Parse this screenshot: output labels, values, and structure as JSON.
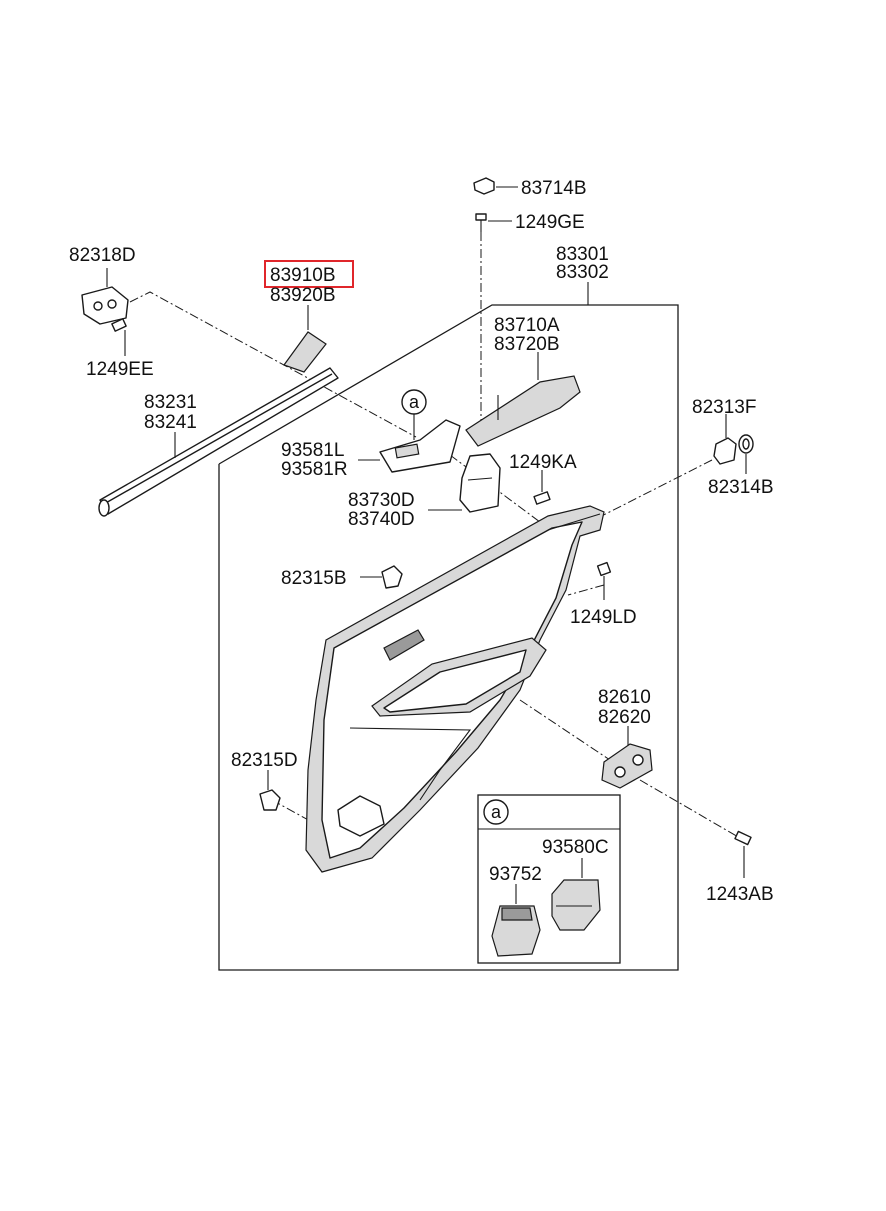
{
  "colors": {
    "highlight": "#e0262b",
    "line": "#1a1a1a",
    "panel": "#d9d9d9"
  },
  "labels": {
    "p83714B": "83714B",
    "p1249GE": "1249GE",
    "p82318D": "82318D",
    "p83910B": "83910B",
    "p83920B": "83920B",
    "p83301": "83301",
    "p83302": "83302",
    "p1249EE": "1249EE",
    "p83710A": "83710A",
    "p83720B": "83720B",
    "p83231": "83231",
    "p83241": "83241",
    "ref_a": "a",
    "p82313F": "82313F",
    "p93581L": "93581L",
    "p93581R": "93581R",
    "p1249KA": "1249KA",
    "p82314B": "82314B",
    "p83730D": "83730D",
    "p83740D": "83740D",
    "p82315B": "82315B",
    "p1249LD": "1249LD",
    "p82610": "82610",
    "p82620": "82620",
    "p82315D": "82315D",
    "detail_ref": "a",
    "p93580C": "93580C",
    "p93752": "93752",
    "p1243AB": "1243AB"
  }
}
